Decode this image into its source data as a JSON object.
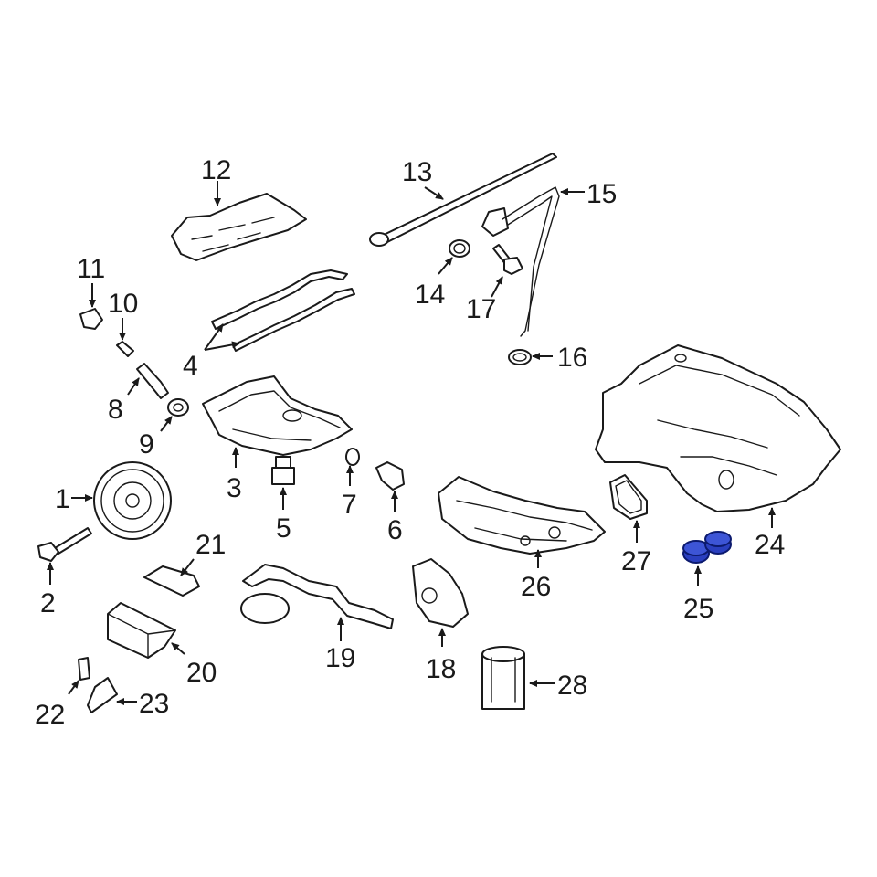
{
  "highlight_color": "#2a3fbf",
  "callouts": {
    "c1": "1",
    "c2": "2",
    "c3": "3",
    "c4": "4",
    "c5": "5",
    "c6": "6",
    "c7": "7",
    "c8": "8",
    "c9": "9",
    "c10": "10",
    "c11": "11",
    "c12": "12",
    "c13": "13",
    "c14": "14",
    "c15": "15",
    "c16": "16",
    "c17": "17",
    "c18": "18",
    "c19": "19",
    "c20": "20",
    "c21": "21",
    "c22": "22",
    "c23": "23",
    "c24": "24",
    "c25": "25",
    "c26": "26",
    "c27": "27",
    "c28": "28"
  }
}
